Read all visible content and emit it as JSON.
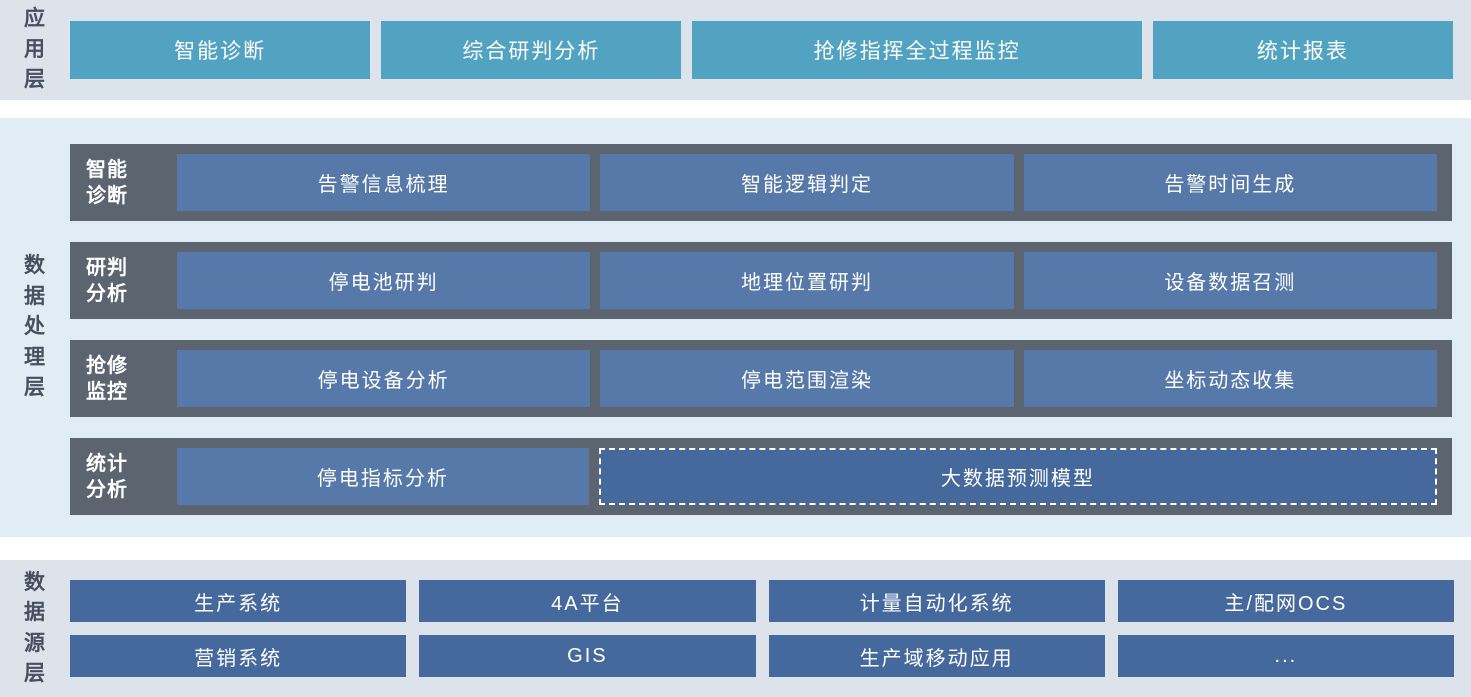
{
  "colors": {
    "page_background": "#ffffff",
    "top_band_background": "#dde3eb",
    "middle_band_background": "#e1edf4",
    "bottom_band_background": "#dde3eb",
    "application_button": "#52a2c1",
    "processing_row_background": "#5c6470",
    "processing_button": "#5679a9",
    "dashed_button_fill": "#45699c",
    "datasource_button": "#45699c",
    "button_text": "#ffffff",
    "layer_label_text": "#47505f"
  },
  "application_layer": {
    "label": "应\n用\n层",
    "buttons": [
      "智能诊断",
      "综合研判分析",
      "抢修指挥全过程监控",
      "统计报表"
    ]
  },
  "processing_layer": {
    "label": "数\n据\n处\n理\n层",
    "rows": [
      {
        "label": "智能\n诊断",
        "buttons": [
          "告警信息梳理",
          "智能逻辑判定",
          "告警时间生成"
        ]
      },
      {
        "label": "研判\n分析",
        "buttons": [
          "停电池研判",
          "地理位置研判",
          "设备数据召测"
        ]
      },
      {
        "label": "抢修\n监控",
        "buttons": [
          "停电设备分析",
          "停电范围渲染",
          "坐标动态收集"
        ]
      },
      {
        "label": "统计\n分析",
        "buttons": [
          "停电指标分析"
        ],
        "dashed_button": "大数据预测模型"
      }
    ]
  },
  "datasource_layer": {
    "label": "数\n据\n源\n层",
    "rows": [
      [
        "生产系统",
        "4A平台",
        "计量自动化系统",
        "主/配网OCS"
      ],
      [
        "营销系统",
        "GIS",
        "生产域移动应用",
        "..."
      ]
    ]
  }
}
